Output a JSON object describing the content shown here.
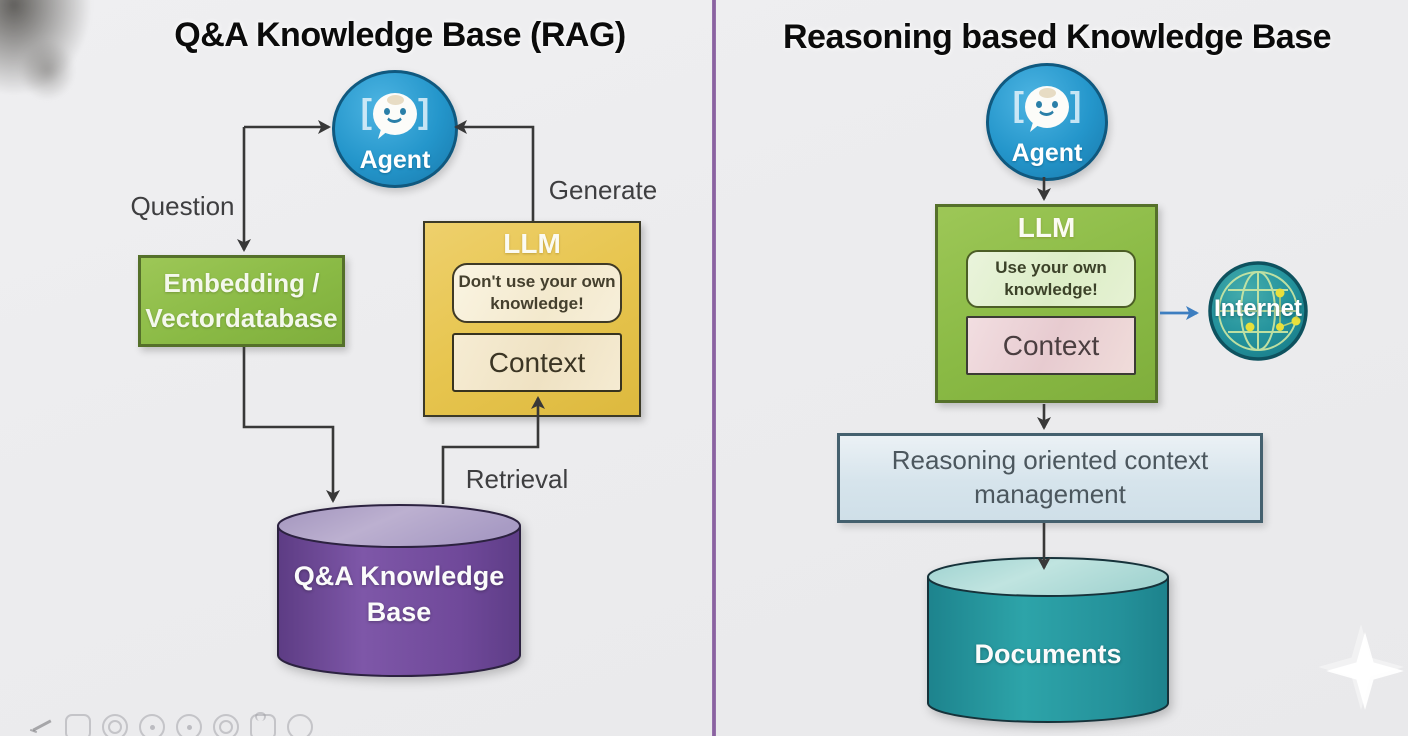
{
  "colors": {
    "background": "#ececee",
    "divider_purple": "#855b9c",
    "agent_blue": "#2496cb",
    "box_green": "#8aba45",
    "box_yellow": "#e7c54f",
    "cream_note": "#f3e9cd",
    "pink_context": "#e7cbd0",
    "cylinder_purple": "#7450a0",
    "cylinder_teal": "#27989f",
    "reasoning_box_blue": "#d6e4ec",
    "arrow_dark": "#383838",
    "arrow_blue": "#3d7ec0",
    "internet_grid_green": "#cfe8a4",
    "internet_dot_yellow": "#e8e03c"
  },
  "icons": {
    "agent": "chat-smiley-face-icon",
    "agent_bracket_left": "[",
    "agent_bracket_right": "]",
    "internet": "globe-network-icon",
    "sparkle": "four-point-star-icon",
    "corner_smudge": "dark-smudge",
    "bottom_toolbar": [
      "pencil-icon",
      "rounded-square-icon",
      "donut-icon",
      "circle-dot-icon",
      "circle-dot-icon",
      "donut-icon",
      "cloud-icon",
      "circle-icon"
    ]
  },
  "left": {
    "title": "Q&A Knowledge Base (RAG)",
    "agent_label": "Agent",
    "question_label": "Question",
    "generate_label": "Generate",
    "retrieval_label": "Retrieval",
    "embedding_box": {
      "line1": "Embedding /",
      "line2": "Vectordatabase"
    },
    "llm_box": {
      "title": "LLM",
      "note_line1": "Don't use your own",
      "note_line2": "knowledge!",
      "context_label": "Context"
    },
    "knowledge_base_cylinder": {
      "line1": "Q&A Knowledge",
      "line2": "Base"
    }
  },
  "right": {
    "title": "Reasoning based Knowledge Base",
    "agent_label": "Agent",
    "llm_box": {
      "title": "LLM",
      "note_line1": "Use your own",
      "note_line2": "knowledge!",
      "context_label": "Context"
    },
    "internet_label": "Internet",
    "reasoning_box": {
      "line1": "Reasoning oriented context",
      "line2": "management"
    },
    "documents_cylinder": {
      "label": "Documents"
    }
  }
}
